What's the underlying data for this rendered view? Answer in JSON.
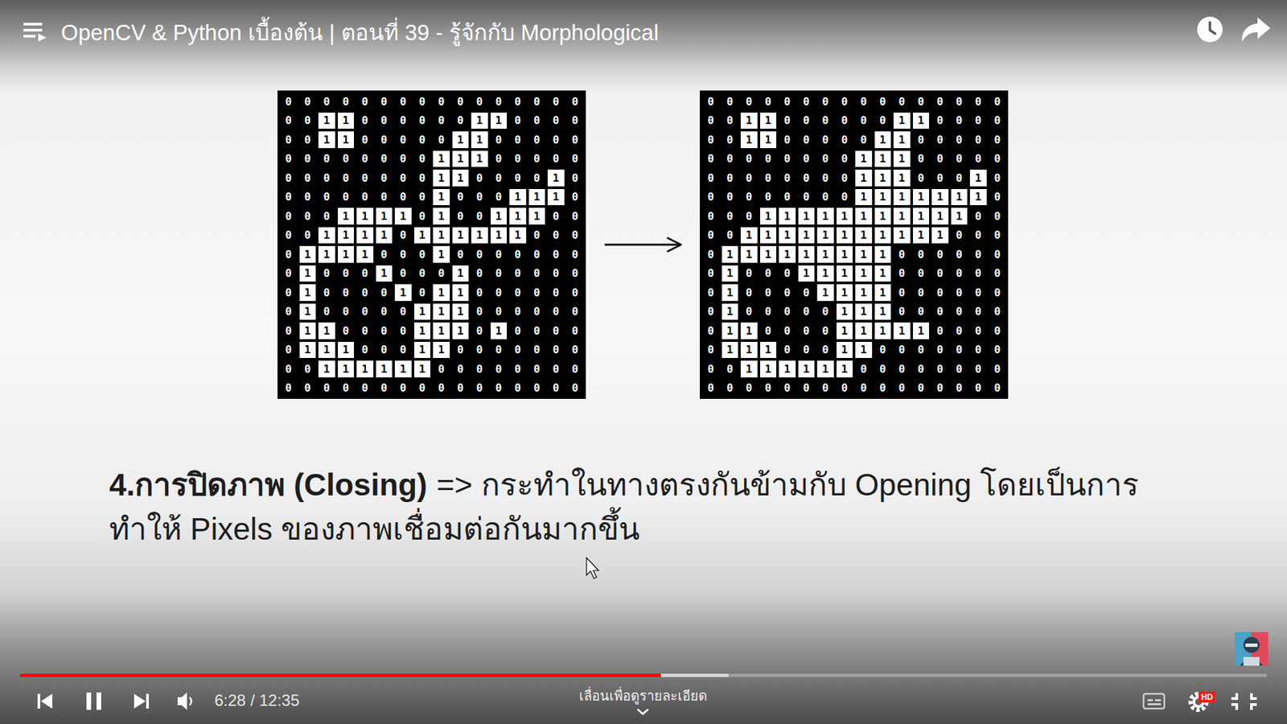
{
  "diagram": {
    "title": "OpenCV & Python เบื้องต้น | ตอนที่ 39 - รู้จักกับ Morphological",
    "nodes": [
      {
        "text": [
          "0",
          "0",
          "0",
          "0",
          "0",
          "0",
          "0",
          "0",
          "0",
          "0",
          "0",
          "0",
          "0",
          "0",
          "0",
          "0",
          "0",
          "0",
          "1",
          "1",
          "0",
          "0",
          "0",
          "0",
          "0",
          "0",
          "1",
          "1",
          "0",
          "0",
          "0",
          "0",
          "0",
          "0",
          "1",
          "1",
          "0",
          "0",
          "0",
          "0",
          "0",
          "1",
          "1",
          "0",
          "0",
          "0",
          "0",
          "0",
          "0",
          "0",
          "0",
          "0",
          "0",
          "0",
          "0",
          "0",
          "1",
          "1",
          "1",
          "0",
          "0",
          "0",
          "0",
          "0",
          "0",
          "0",
          "0",
          "0",
          "0",
          "0",
          "0",
          "0",
          "1",
          "1",
          "0",
          "0",
          "0",
          "0",
          "1",
          "0",
          "0",
          "0",
          "0",
          "0",
          "0",
          "0",
          "0",
          "0",
          "1",
          "0",
          "0",
          "0",
          "1",
          "1",
          "1",
          "0",
          "0",
          "0",
          "0",
          "1",
          "1",
          "1",
          "1",
          "0",
          "1",
          "0",
          "0",
          "1",
          "1",
          "1",
          "0",
          "0",
          "0",
          "0",
          "1",
          "1",
          "1",
          "1",
          "0",
          "1",
          "1",
          "1",
          "1",
          "1",
          "1",
          "0",
          "0",
          "0",
          "0",
          "1",
          "1",
          "1",
          "1",
          "0",
          "0",
          "0",
          "1",
          "0",
          "0",
          "0",
          "0",
          "0",
          "0",
          "0",
          "0",
          "1",
          "0",
          "0",
          "0",
          "1",
          "0",
          "0",
          "0",
          "1",
          "0",
          "0",
          "0",
          "0",
          "0",
          "0",
          "0",
          "1",
          "0",
          "0",
          "0",
          "0",
          "1",
          "0",
          "1",
          "1",
          "0",
          "0",
          "0",
          "0",
          "0",
          "0",
          "0",
          "1",
          "0",
          "0",
          "0",
          "0",
          "0",
          "1",
          "1",
          "1",
          "0",
          "0",
          "0",
          "0",
          "0",
          "0",
          "0",
          "1",
          "1",
          "0",
          "0",
          "0",
          "0",
          "1",
          "1",
          "1",
          "0",
          "1",
          "0",
          "0",
          "0",
          "0",
          "0",
          "1",
          "1",
          "1",
          "0",
          "0",
          "0",
          "1",
          "1",
          "0",
          "0",
          "0",
          "0",
          "0",
          "0",
          "0",
          "0",
          "0",
          "1",
          "1",
          "1",
          "1",
          "1",
          "1",
          "0",
          "0",
          "0",
          "0",
          "0",
          "0",
          "0",
          "0",
          "0",
          "0",
          "0",
          "0",
          "0",
          "0",
          "0",
          "0",
          "0",
          "0",
          "0",
          "0",
          "0",
          "0",
          "0",
          "0"
        ]
      },
      {
        "text": [
          "0",
          "0",
          "0",
          "0",
          "0",
          "0",
          "0",
          "0",
          "0",
          "0",
          "0",
          "0",
          "0",
          "0",
          "0",
          "0",
          "0",
          "0",
          "1",
          "1",
          "0",
          "0",
          "0",
          "0",
          "0",
          "0",
          "1",
          "1",
          "0",
          "0",
          "0",
          "0",
          "0",
          "0",
          "1",
          "1",
          "0",
          "0",
          "0",
          "0",
          "0",
          "1",
          "1",
          "0",
          "0",
          "0",
          "0",
          "0",
          "0",
          "0",
          "0",
          "0",
          "0",
          "0",
          "0",
          "0",
          "1",
          "1",
          "1",
          "0",
          "0",
          "0",
          "0",
          "0",
          "0",
          "0",
          "0",
          "0",
          "0",
          "0",
          "0",
          "0",
          "1",
          "1",
          "1",
          "0",
          "0",
          "0",
          "1",
          "0",
          "0",
          "0",
          "0",
          "0",
          "0",
          "0",
          "0",
          "0",
          "1",
          "1",
          "1",
          "1",
          "1",
          "1",
          "1",
          "0",
          "0",
          "0",
          "0",
          "1",
          "1",
          "1",
          "1",
          "1",
          "1",
          "1",
          "1",
          "1",
          "1",
          "1",
          "0",
          "0",
          "0",
          "0",
          "1",
          "1",
          "1",
          "1",
          "1",
          "1",
          "1",
          "1",
          "1",
          "1",
          "1",
          "0",
          "0",
          "0",
          "0",
          "1",
          "1",
          "1",
          "1",
          "1",
          "1",
          "1",
          "1",
          "1",
          "0",
          "0",
          "0",
          "0",
          "0",
          "0",
          "0",
          "1",
          "0",
          "0",
          "0",
          "1",
          "1",
          "1",
          "1",
          "1",
          "0",
          "0",
          "0",
          "0",
          "0",
          "0",
          "0",
          "1",
          "0",
          "0",
          "0",
          "0",
          "1",
          "1",
          "1",
          "1",
          "0",
          "0",
          "0",
          "0",
          "0",
          "0",
          "0",
          "1",
          "0",
          "0",
          "0",
          "0",
          "0",
          "1",
          "1",
          "1",
          "0",
          "0",
          "0",
          "0",
          "0",
          "0",
          "0",
          "1",
          "1",
          "0",
          "0",
          "0",
          "0",
          "1",
          "1",
          "1",
          "1",
          "1",
          "0",
          "0",
          "0",
          "0",
          "0",
          "1",
          "1",
          "1",
          "0",
          "0",
          "0",
          "1",
          "1",
          "0",
          "0",
          "0",
          "0",
          "0",
          "0",
          "0",
          "0",
          "0",
          "1",
          "1",
          "1",
          "1",
          "1",
          "1",
          "0",
          "0",
          "0",
          "0",
          "0",
          "0",
          "0",
          "0",
          "0",
          "0",
          "0",
          "0",
          "0",
          "0",
          "0",
          "0",
          "0",
          "0",
          "0",
          "0",
          "0",
          "0",
          "0",
          "0"
        ]
      }
    ],
    "edges": [
      {
        "from": 0,
        "to": 1,
        "arrow": "to"
      }
    ],
    "labels": [
      "4.การปิดภาพ (Closing)",
      "=> กระทำในทางตรงกันข้ามกับ Opening โดยเป็นการ ทำให้ Pixels ของภาพเชื่อมต่อกันมากขึ้น",
      "6:28 / 12:35",
      "เลื่อนเพื่อดูรายละเอียด",
      "HD"
    ]
  }
}
